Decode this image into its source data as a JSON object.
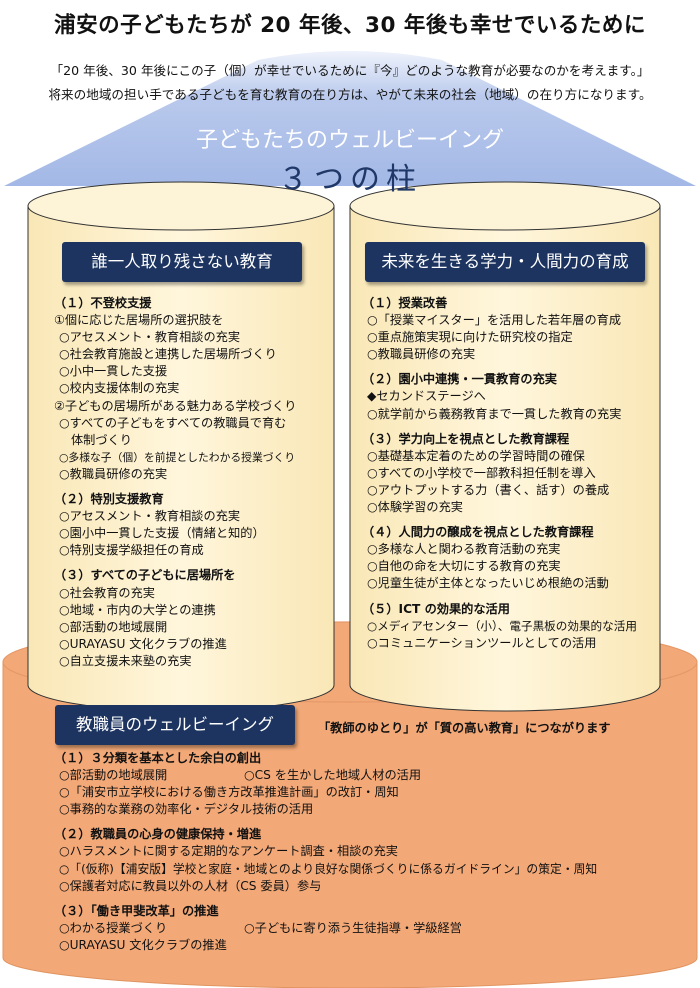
{
  "title": "浦安の子どもたちが 20 年後、30 年後も幸せでいるために",
  "intro": {
    "line1": "「20 年後、30 年後にこの子（個）が幸せでいるために『今』どのような教育が必要なのかを考えます。」",
    "line2": "将来の地域の担い手である子どもを育む教育の在り方は、やがて未来の社会（地域）の在り方になります。"
  },
  "roof": {
    "title": "子どもたちのウェルビーイング",
    "subtitle": "３つの柱"
  },
  "colors": {
    "roof": "#a9bde7",
    "pillar": "#fdf0cc",
    "base": "#f2a877",
    "label": "#1d3461"
  },
  "pillar_left": {
    "label": "誰一人取り残さない教育",
    "sections": [
      {
        "heading": "（１）不登校支援",
        "lines": [
          "①個に応じた居場所の選択肢を",
          "○アセスメント・教育相談の充実",
          "○社会教育施設と連携した居場所づくり",
          "○小中一貫した支援",
          "○校内支援体制の充実",
          "②子どもの居場所がある魅力ある学校づくり",
          "○すべての子どもをすべての教職員で育む",
          "体制づくり",
          "○多様な子（個）を前提としたわかる授業づくり",
          "○教職員研修の充実"
        ]
      },
      {
        "heading": "（２）特別支援教育",
        "lines": [
          "○アセスメント・教育相談の充実",
          "○園小中一貫した支援（情緒と知的）",
          "○特別支援学級担任の育成"
        ]
      },
      {
        "heading": "（３）すべての子どもに居場所を",
        "lines": [
          "○社会教育の充実",
          "○地域・市内の大学との連携",
          "○部活動の地域展開",
          "○URAYASU 文化クラブの推進",
          "○自立支援未来塾の充実"
        ]
      }
    ]
  },
  "pillar_right": {
    "label": "未来を生きる学力・人間力の育成",
    "sections": [
      {
        "heading": "（１）授業改善",
        "lines": [
          "○「授業マイスター」を活用した若年層の育成",
          "○重点施策実現に向けた研究校の指定",
          "○教職員研修の充実"
        ]
      },
      {
        "heading": "（２）園小中連携・一貫教育の充実",
        "lines": [
          "◆セカンドステージへ",
          "○就学前から義務教育まで一貫した教育の充実"
        ]
      },
      {
        "heading": "（３）学力向上を視点とした教育課程",
        "lines": [
          "○基礎基本定着のための学習時間の確保",
          "○すべての小学校で一部教科担任制を導入",
          "○アウトプットする力（書く、話す）の養成",
          "○体験学習の充実"
        ]
      },
      {
        "heading": "（４）人間力の醸成を視点とした教育課程",
        "lines": [
          "○多様な人と関わる教育活動の充実",
          "○自他の命を大切にする教育の充実",
          "○児童生徒が主体となったいじめ根絶の活動"
        ]
      },
      {
        "heading": "（５）ICT の効果的な活用",
        "lines": [
          "○メディアセンター（小）、電子黒板の効果的な活用",
          "○コミュニケーションツールとしての活用"
        ]
      }
    ]
  },
  "base": {
    "label": "教職員のウェルビーイング",
    "tagline": "「教師のゆとり」が「質の高い教育」につながります",
    "sections": [
      {
        "heading": "（１）３分類を基本とした余白の創出",
        "row_left": "○部活動の地域展開",
        "row_right": "○CS を生かした地域人材の活用",
        "lines": [
          "○「浦安市立学校における働き方改革推進計画」の改訂・周知",
          "○事務的な業務の効率化・デジタル技術の活用"
        ]
      },
      {
        "heading": "（２）教職員の心身の健康保持・増進",
        "lines": [
          "○ハラスメントに関する定期的なアンケート調査・相談の充実",
          "○「(仮称)【浦安版】学校と家庭・地域とのより良好な関係づくりに係るガイドライン」の策定・周知",
          "○保護者対応に教員以外の人材（CS 委員）参与"
        ]
      },
      {
        "heading": "（３）「働き甲斐改革」の推進",
        "row_left": "○わかる授業づくり",
        "row_right": "○子どもに寄り添う生徒指導・学級経営",
        "lines": [
          "○URAYASU 文化クラブの推進"
        ]
      }
    ]
  }
}
